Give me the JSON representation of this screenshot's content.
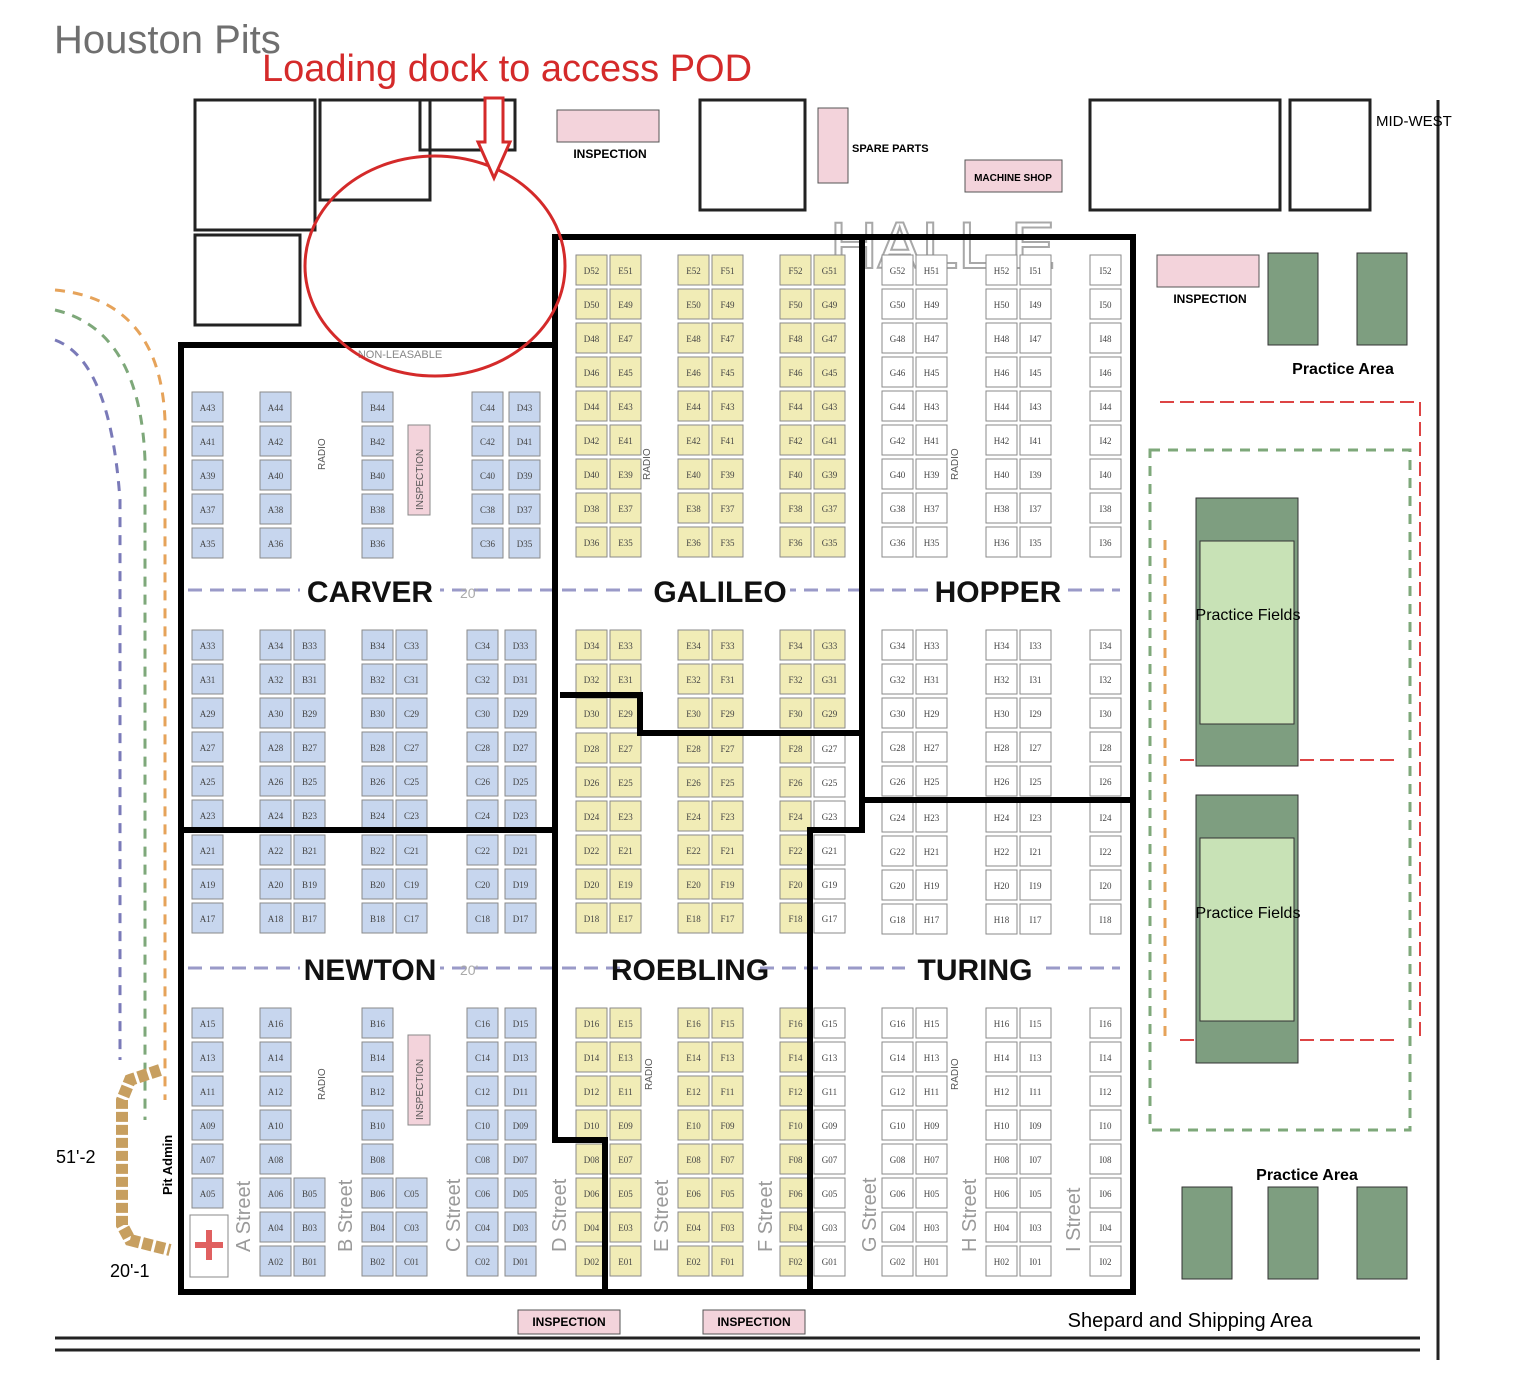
{
  "page": {
    "title": "Houston Pits",
    "annotation": "Loading dock to access POD"
  },
  "colors": {
    "blue_booth": "#c7d6ee",
    "yellow_booth": "#f1ecb6",
    "white_booth": "#ffffff",
    "wall": "#000000",
    "annotation_red": "#d42a2a",
    "practice_dark": "#7e9e80",
    "practice_light": "#c8e2b6",
    "inspection_pink": "#f3d3db"
  },
  "divisions": [
    {
      "name": "CARVER"
    },
    {
      "name": "GALILEO"
    },
    {
      "name": "HOPPER"
    },
    {
      "name": "NEWTON"
    },
    {
      "name": "ROEBLING"
    },
    {
      "name": "TURING"
    }
  ],
  "streets": [
    "A Street",
    "B Street",
    "C Street",
    "D Street",
    "E Street",
    "F Street",
    "G Street",
    "H Street",
    "I Street"
  ],
  "areas": {
    "hall": "HALL E",
    "practice_top": "Practice Area",
    "practice_bottom": "Practice Area",
    "practice_fields_1": "Practice Fields",
    "practice_fields_2": "Practice Fields",
    "inspection": "INSPECTION",
    "spare_parts": "SPARE PARTS",
    "machine_shop": "MACHINE SHOP",
    "mid_west": "MID-WEST",
    "shepard": "Shepard and Shipping Area",
    "pit_admin": "Pit Admin",
    "dim_vertical": "51'-2",
    "dim_horizontal": "20'-1",
    "aisle_width": "20'",
    "non_leasable": "NON-LEASABLE",
    "radio": "RADIO"
  },
  "booths": {
    "carver": [
      [
        "A43",
        "A44",
        "B44",
        "C44",
        "D43"
      ],
      [
        "A41",
        "A42",
        "B42",
        "C42",
        "D41"
      ],
      [
        "A39",
        "A40",
        "B40",
        "C40",
        "D39"
      ],
      [
        "A37",
        "A38",
        "B38",
        "C38",
        "D37"
      ],
      [
        "A35",
        "A36",
        "B36",
        "C36",
        "D35"
      ]
    ],
    "carver_lower": [
      [
        "A33",
        "A34",
        "B33",
        "B34",
        "C33",
        "C34",
        "D33"
      ],
      [
        "A31",
        "A32",
        "B31",
        "B32",
        "C31",
        "C32",
        "D31"
      ],
      [
        "A29",
        "A30",
        "B29",
        "B30",
        "C29",
        "C30",
        "D29"
      ],
      [
        "A27",
        "A28",
        "B27",
        "B28",
        "C27",
        "C28",
        "D27"
      ],
      [
        "A25",
        "A26",
        "B25",
        "B26",
        "C25",
        "C26",
        "D25"
      ],
      [
        "A23",
        "A24",
        "B23",
        "B24",
        "C23",
        "C24",
        "D23"
      ]
    ],
    "newton_upper": [
      [
        "A21",
        "A22",
        "B21",
        "B22",
        "C21",
        "C22",
        "D21"
      ],
      [
        "A19",
        "A20",
        "B19",
        "B20",
        "C19",
        "C20",
        "D19"
      ],
      [
        "A17",
        "A18",
        "B17",
        "B18",
        "C17",
        "C18",
        "D17"
      ]
    ],
    "newton_lower": [
      [
        "A15",
        "A16",
        "B16",
        "C16",
        "D15"
      ],
      [
        "A13",
        "A14",
        "B14",
        "C14",
        "D13"
      ],
      [
        "A11",
        "A12",
        "B12",
        "C12",
        "D11"
      ],
      [
        "A09",
        "A10",
        "B10",
        "C10",
        "D09"
      ],
      [
        "A07",
        "A08",
        "B08",
        "C08",
        "D07"
      ],
      [
        "A05",
        "A06",
        "B05",
        "B06",
        "C05",
        "C06",
        "D05"
      ],
      [
        "A04",
        "B03",
        "B04",
        "C03",
        "C04",
        "D03"
      ],
      [
        "A02",
        "B01",
        "B02",
        "C01",
        "C02",
        "D01"
      ]
    ],
    "galileo_upper": [
      [
        "D52",
        "E51",
        "E52",
        "F51",
        "F52",
        "G51"
      ],
      [
        "D50",
        "E49",
        "E50",
        "F49",
        "F50",
        "G49"
      ],
      [
        "D48",
        "E47",
        "E48",
        "F47",
        "F48",
        "G47"
      ],
      [
        "D46",
        "E45",
        "E46",
        "F45",
        "F46",
        "G45"
      ],
      [
        "D44",
        "E43",
        "E44",
        "F43",
        "F44",
        "G43"
      ],
      [
        "D42",
        "E41",
        "E42",
        "F41",
        "F42",
        "G41"
      ],
      [
        "D40",
        "E39",
        "E40",
        "F39",
        "F40",
        "G39"
      ],
      [
        "D38",
        "E37",
        "E38",
        "F37",
        "F38",
        "G37"
      ],
      [
        "D36",
        "E35",
        "E36",
        "F35",
        "F36",
        "G35"
      ]
    ],
    "galileo_lower": [
      [
        "D34",
        "E33",
        "E34",
        "F33",
        "F34",
        "G33"
      ],
      [
        "D32",
        "E31",
        "E32",
        "F31",
        "F32",
        "G31"
      ],
      [
        "D30",
        "E29",
        "E30",
        "F29",
        "F30",
        "G29"
      ]
    ],
    "roebling_upper": [
      [
        "D28",
        "E27",
        "E28",
        "F27",
        "F28",
        "G27"
      ],
      [
        "D26",
        "E25",
        "E26",
        "F25",
        "F26",
        "G25"
      ],
      [
        "D24",
        "E23",
        "E24",
        "F23",
        "F24",
        "G23"
      ],
      [
        "D22",
        "E21",
        "E22",
        "F21",
        "F22",
        "G21"
      ],
      [
        "D20",
        "E19",
        "E20",
        "F19",
        "F20",
        "G19"
      ],
      [
        "D18",
        "E17",
        "E18",
        "F17",
        "F18",
        "G17"
      ]
    ],
    "roebling_lower": [
      [
        "D16",
        "E15",
        "E16",
        "F15",
        "F16",
        "G15"
      ],
      [
        "D14",
        "E13",
        "E14",
        "F13",
        "F14",
        "G13"
      ],
      [
        "D12",
        "E11",
        "E12",
        "F11",
        "F12",
        "G11"
      ],
      [
        "D10",
        "E09",
        "E10",
        "F09",
        "F10",
        "G09"
      ],
      [
        "D08",
        "E07",
        "E08",
        "F07",
        "F08",
        "G07"
      ],
      [
        "D06",
        "E05",
        "E06",
        "F05",
        "F06",
        "G05"
      ],
      [
        "D04",
        "E03",
        "E04",
        "F03",
        "F04",
        "G03"
      ],
      [
        "D02",
        "E01",
        "E02",
        "F01",
        "F02",
        "G01"
      ]
    ],
    "hopper_upper": [
      [
        "G52",
        "H51",
        "H52",
        "I51",
        "I52"
      ],
      [
        "G50",
        "H49",
        "H50",
        "I49",
        "I50"
      ],
      [
        "G48",
        "H47",
        "H48",
        "I47",
        "I48"
      ],
      [
        "G46",
        "H45",
        "H46",
        "I45",
        "I46"
      ],
      [
        "G44",
        "H43",
        "H44",
        "I43",
        "I44"
      ],
      [
        "G42",
        "H41",
        "H42",
        "I41",
        "I42"
      ],
      [
        "G40",
        "H39",
        "H40",
        "I39",
        "I40"
      ],
      [
        "G38",
        "H37",
        "H38",
        "I37",
        "I38"
      ],
      [
        "G36",
        "H35",
        "H36",
        "I35",
        "I36"
      ]
    ],
    "hopper_lower": [
      [
        "G34",
        "H33",
        "H34",
        "I33",
        "I34"
      ],
      [
        "G32",
        "H31",
        "H32",
        "I31",
        "I32"
      ],
      [
        "G30",
        "H29",
        "H30",
        "I29",
        "I30"
      ],
      [
        "G28",
        "H27",
        "H28",
        "I27",
        "I28"
      ],
      [
        "G26",
        "H25",
        "H26",
        "I25",
        "I26"
      ]
    ],
    "turing_upper": [
      [
        "G24",
        "H23",
        "H24",
        "I23",
        "I24"
      ],
      [
        "G22",
        "H21",
        "H22",
        "I21",
        "I22"
      ],
      [
        "G20",
        "H19",
        "H20",
        "I19",
        "I20"
      ],
      [
        "G18",
        "H17",
        "H18",
        "I17",
        "I18"
      ]
    ],
    "turing_lower": [
      [
        "G16",
        "H15",
        "H16",
        "I15",
        "I16"
      ],
      [
        "G14",
        "H13",
        "H14",
        "I13",
        "I14"
      ],
      [
        "G12",
        "H11",
        "H12",
        "I11",
        "I12"
      ],
      [
        "G10",
        "H09",
        "H10",
        "I09",
        "I10"
      ],
      [
        "G08",
        "H07",
        "H08",
        "I07",
        "I08"
      ],
      [
        "G06",
        "H05",
        "H06",
        "I05",
        "I06"
      ],
      [
        "G04",
        "H03",
        "H04",
        "I03",
        "I04"
      ],
      [
        "G02",
        "H01",
        "H02",
        "I01",
        "I02"
      ]
    ]
  }
}
